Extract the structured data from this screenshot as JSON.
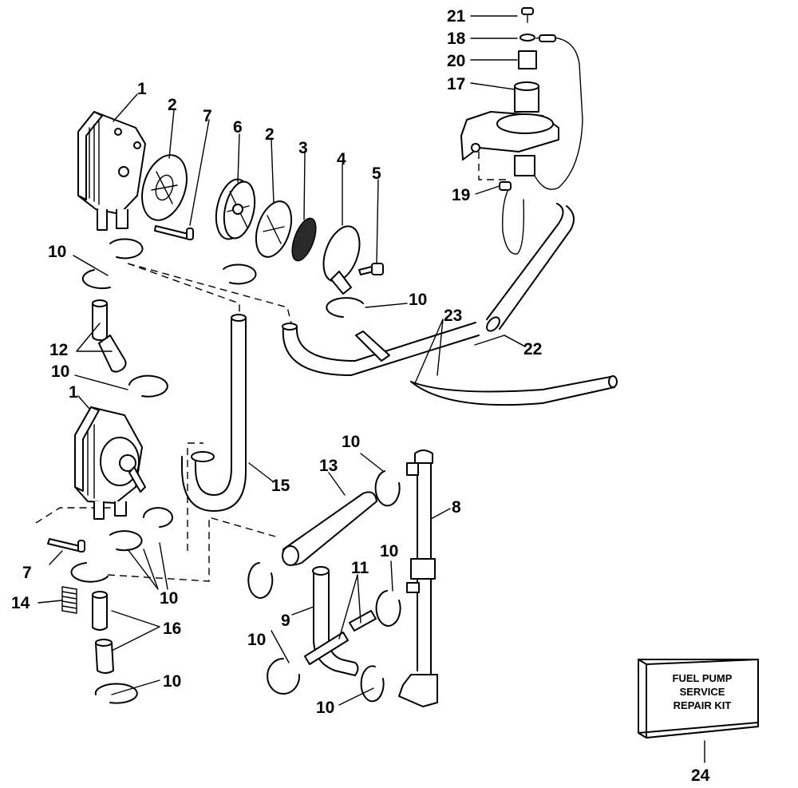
{
  "callouts": {
    "c1": "1",
    "c2": "2",
    "c3": "3",
    "c4": "4",
    "c5": "5",
    "c6": "6",
    "c7": "7",
    "c8": "8",
    "c9": "9",
    "c10": "10",
    "c11": "11",
    "c12": "12",
    "c13": "13",
    "c14": "14",
    "c15": "15",
    "c16": "16",
    "c17": "17",
    "c18": "18",
    "c19": "19",
    "c20": "20",
    "c21": "21",
    "c22": "22",
    "c23": "23",
    "c24": "24"
  },
  "repair_kit": {
    "line1": "FUEL PUMP",
    "line2": "SERVICE",
    "line3": "REPAIR KIT"
  }
}
